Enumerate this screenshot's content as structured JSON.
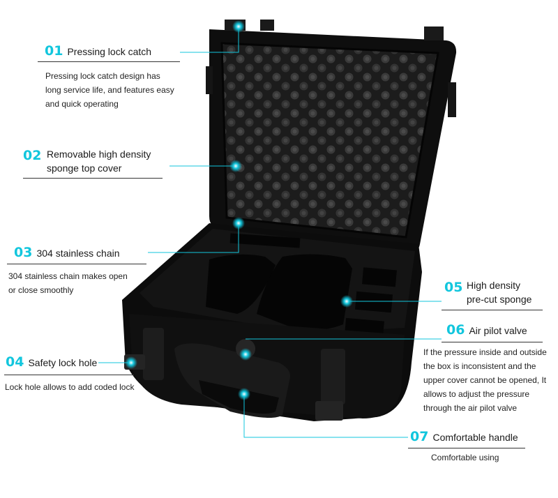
{
  "colors": {
    "accent": "#12c6dd",
    "case": "#111111",
    "text": "#1a1a1a"
  },
  "callouts": [
    {
      "num": "01",
      "title": "Pressing lock catch",
      "desc": [
        "Pressing lock catch design has",
        "long service life, and features easy",
        "and quick operating"
      ]
    },
    {
      "num": "02",
      "title": [
        "Removable high density",
        "sponge top cover"
      ],
      "desc": []
    },
    {
      "num": "03",
      "title": "304 stainless chain",
      "desc": [
        "304 stainless chain makes open",
        "or close smoothly"
      ]
    },
    {
      "num": "04",
      "title": "Safety lock hole",
      "desc": [
        "Lock hole allows to add coded lock"
      ]
    },
    {
      "num": "05",
      "title": [
        "High density",
        "pre-cut sponge"
      ],
      "desc": []
    },
    {
      "num": "06",
      "title": "Air pilot valve",
      "desc": [
        "If the pressure inside and outside",
        "the box is inconsistent and the",
        "upper cover cannot be opened, It",
        "allows to adjust the pressure",
        "through the air pilot valve"
      ]
    },
    {
      "num": "07",
      "title": "Comfortable handle",
      "desc": [
        "Comfortable using"
      ]
    }
  ]
}
